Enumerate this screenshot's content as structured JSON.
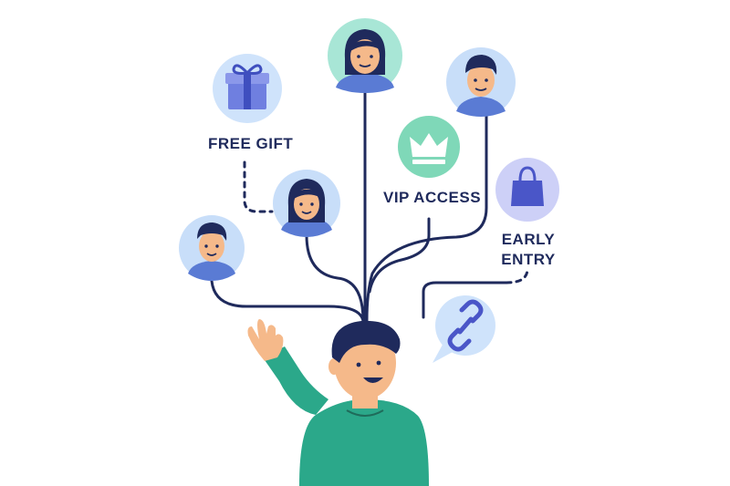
{
  "labels": {
    "free_gift": "FREE GIFT",
    "vip_access": "VIP ACCESS",
    "early_entry_line1": "EARLY",
    "early_entry_line2": "ENTRY"
  },
  "icons": [
    "gift-icon",
    "crown-icon",
    "shopping-bag-icon",
    "link-icon"
  ],
  "colors": {
    "line": "#1f2a5c",
    "gift_bg": "#cfe3fb",
    "crown_bg": "#7fd8b8",
    "bag_bg": "#cdd0f7",
    "chat_bg": "#cfe3fb",
    "avatar_bg_mint": "#a8e6d6",
    "avatar_bg_blue": "#c8def9",
    "shirt_blue": "#5a7bd4",
    "shirt_green": "#2ba88a",
    "hair": "#1f2a5c",
    "skin": "#f5b98a"
  }
}
